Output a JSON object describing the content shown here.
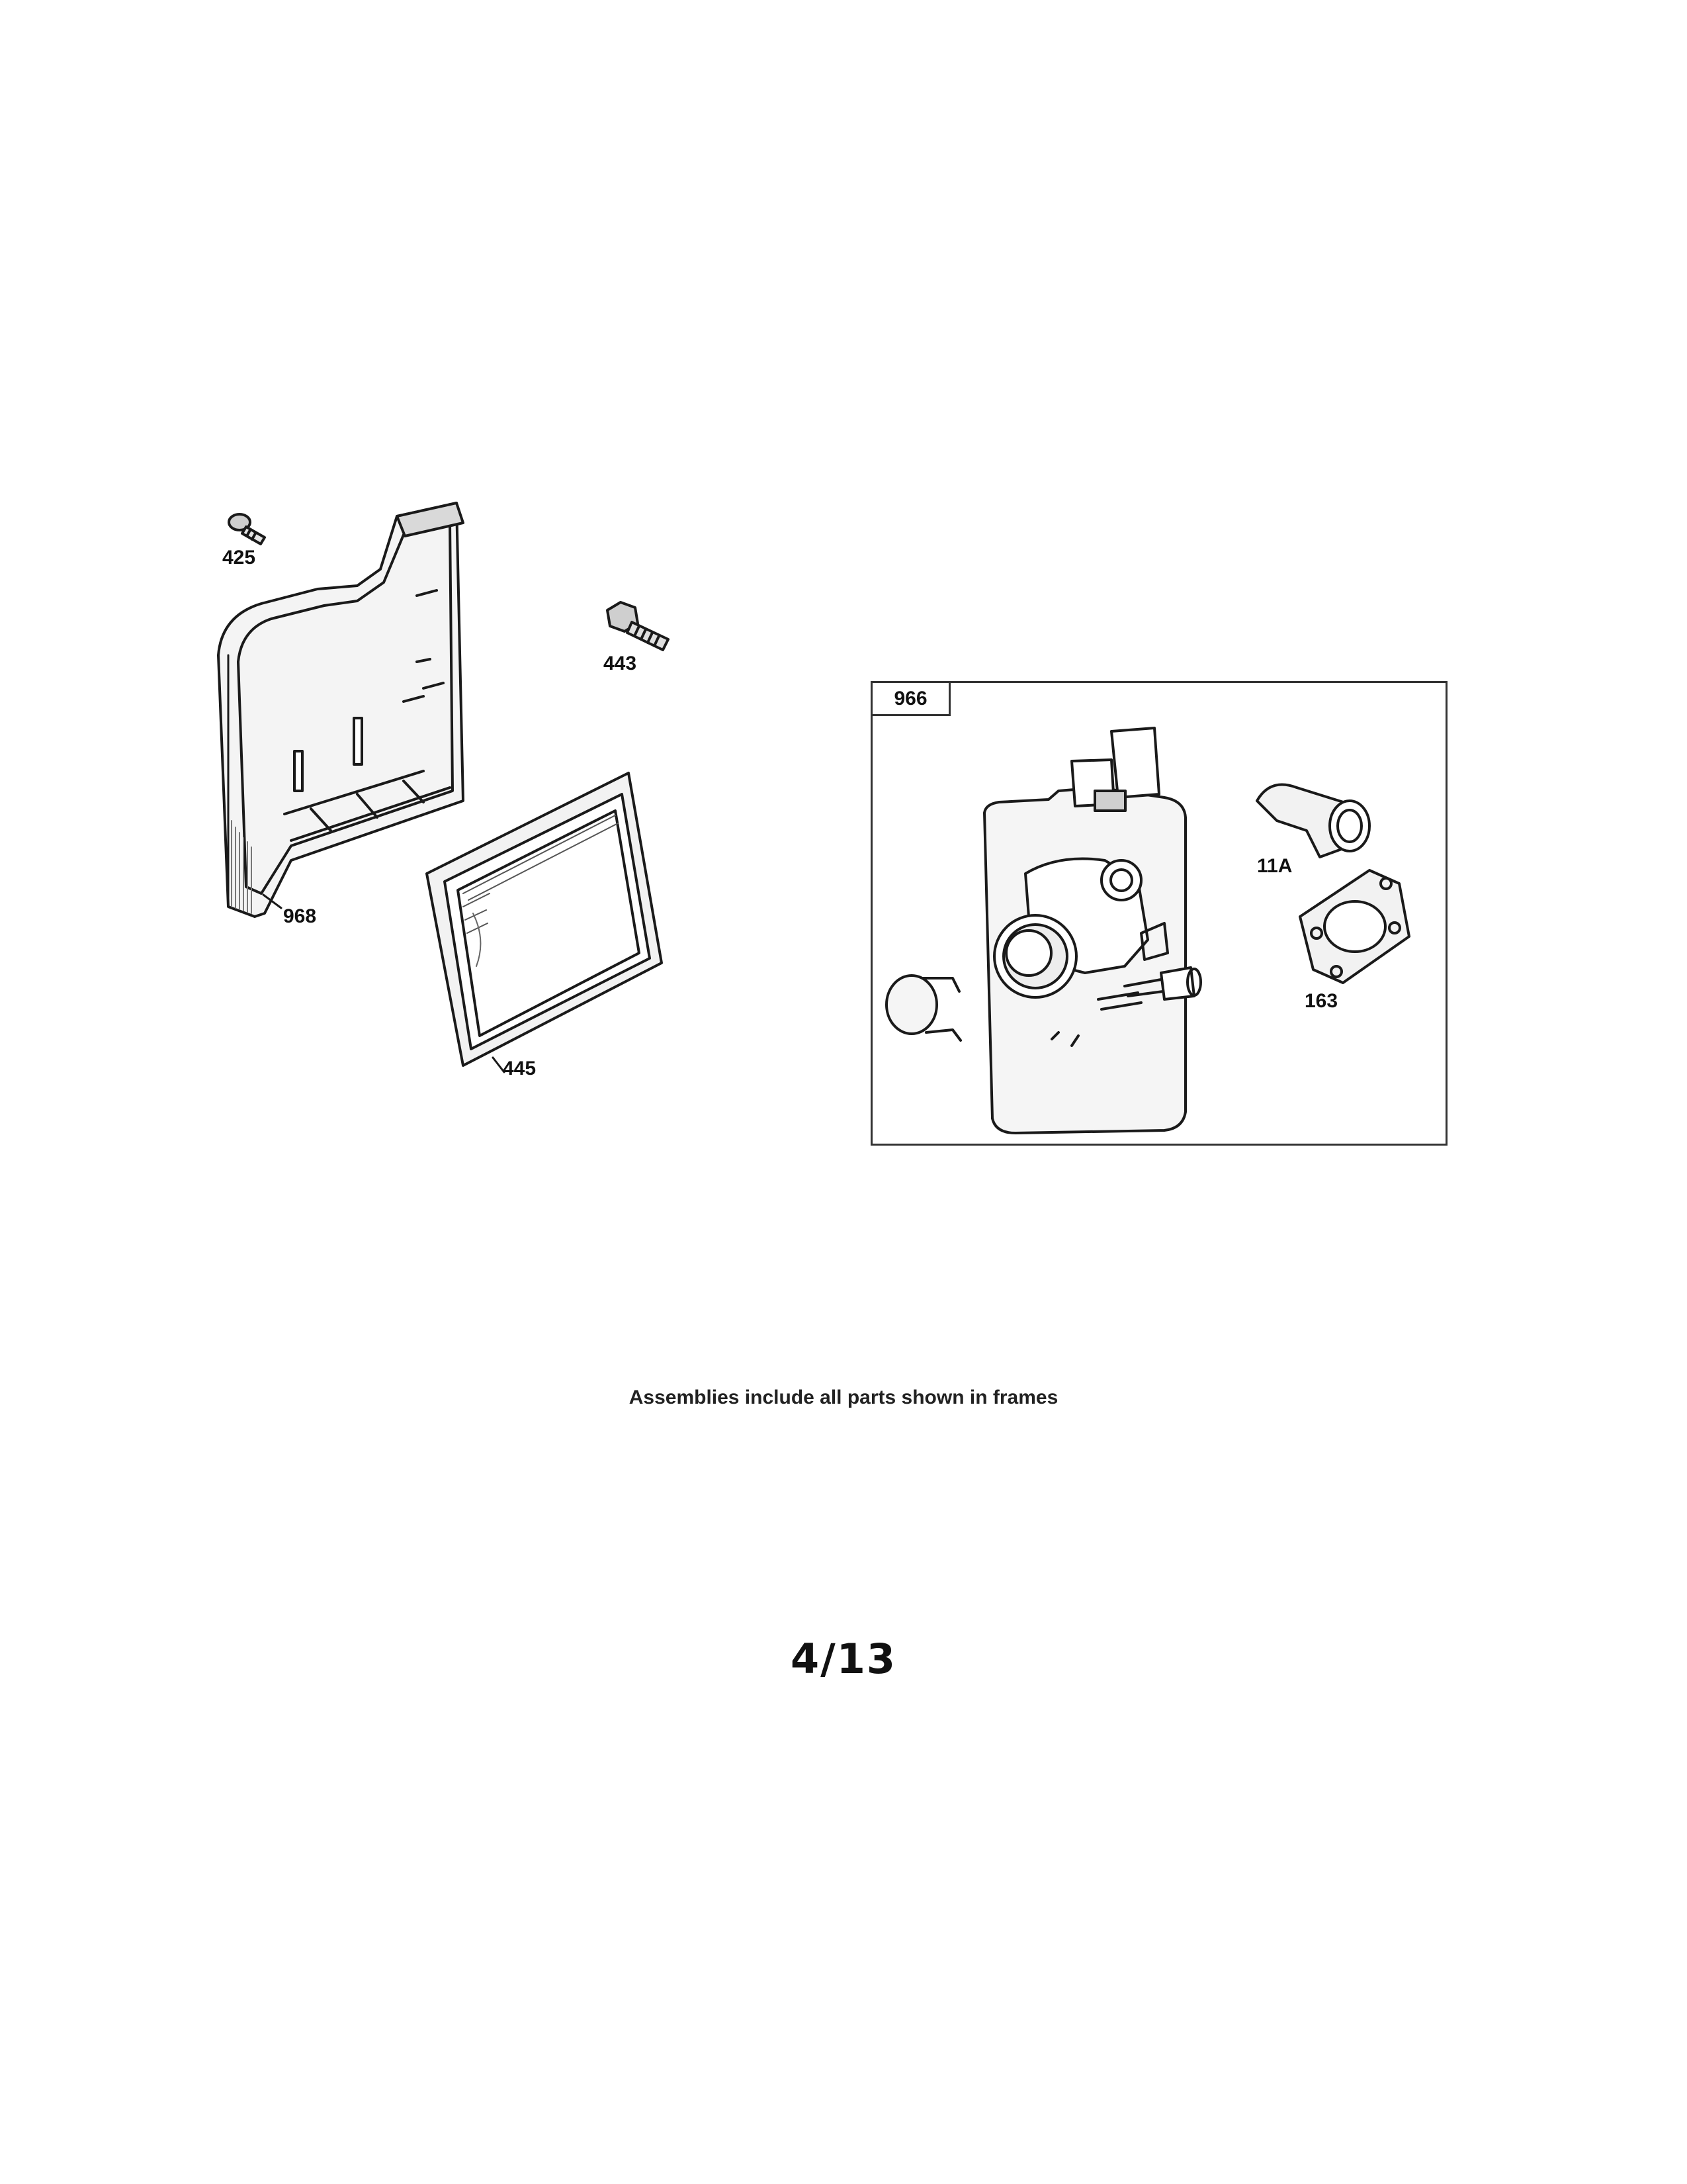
{
  "parts": {
    "screw_small": "425",
    "screw_large": "443",
    "air_cleaner_base": "968",
    "air_filter": "445",
    "carburetor_frame": "966",
    "elbow_tube": "11A",
    "gasket": "163"
  },
  "footer": {
    "note": "Assemblies include all parts shown in frames",
    "page_number": "4/13"
  }
}
